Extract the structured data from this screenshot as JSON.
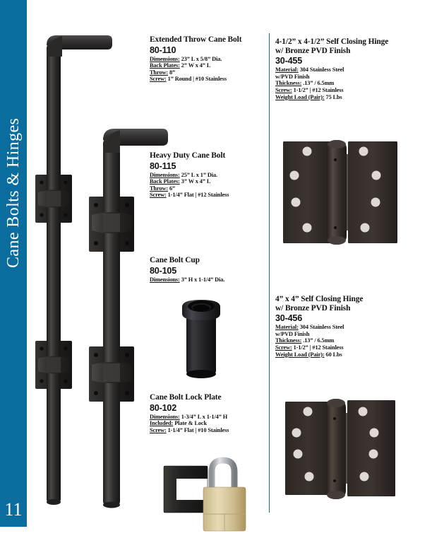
{
  "sidebar": {
    "category_title": "Cane Bolts & Hinges",
    "page_number": "11",
    "accent_color": "#0a6d9e"
  },
  "products": [
    {
      "id": "extended-throw-cane-bolt",
      "title": "Extended Throw Cane Bolt",
      "code": "80-110",
      "specs": [
        {
          "label": "Dimensions:",
          "value": "23” L x 5/8” Dia."
        },
        {
          "label": "Back Plates:",
          "value": "2” W x 4” L"
        },
        {
          "label": "Throw:",
          "value": "8”"
        },
        {
          "label": "Screw:",
          "value": "1” Round | #10 Stainless"
        }
      ],
      "image": "cane-bolt-long"
    },
    {
      "id": "heavy-duty-cane-bolt",
      "title": "Heavy Duty Cane Bolt",
      "code": "80-115",
      "specs": [
        {
          "label": "Dimensions:",
          "value": "25” L x 1” Dia."
        },
        {
          "label": "Back Plates:",
          "value": "3” W x 4” L"
        },
        {
          "label": "Throw:",
          "value": "6”"
        },
        {
          "label": "Screw:",
          "value": "1-1/4” Flat | #12 Stainless"
        }
      ],
      "image": "cane-bolt-heavy"
    },
    {
      "id": "cane-bolt-cup",
      "title": "Cane Bolt Cup",
      "code": "80-105",
      "specs": [
        {
          "label": "Dimensions:",
          "value": "3” H x 1-1/4” Dia."
        }
      ],
      "image": "cane-bolt-cup"
    },
    {
      "id": "cane-bolt-lock-plate",
      "title": "Cane Bolt Lock Plate",
      "code": "80-102",
      "specs": [
        {
          "label": "Dimensions:",
          "value": "1-3/4” L x 1-1/4” H"
        },
        {
          "label": "Included:",
          "value": "Plate & Lock"
        },
        {
          "label": "Screw:",
          "value": "1-1/4” Flat | #10 Stainless"
        }
      ],
      "image": "lock-plate-padlock"
    },
    {
      "id": "self-closing-hinge-450",
      "title_line1": "4-1/2” x 4-1/2” Self Closing Hinge",
      "title_line2": "w/ Bronze PVD Finish",
      "code": "30-455",
      "specs": [
        {
          "label": "Material:",
          "value": "304 Stainless Steel"
        },
        {
          "label": "",
          "value": "w/PVD Finish"
        },
        {
          "label": "Thickness:",
          "value": ".13” / 6.5mm"
        },
        {
          "label": "Screw:",
          "value": "1-1/2” | #12 Stainless"
        },
        {
          "label": "Weight Load (Pair):",
          "value": "75 Lbs"
        }
      ],
      "image": "hinge-large"
    },
    {
      "id": "self-closing-hinge-400",
      "title_line1": "4” x 4” Self Closing Hinge",
      "title_line2": "w/ Bronze PVD Finish",
      "code": "30-456",
      "specs": [
        {
          "label": "Material:",
          "value": "304 Stainless Steel"
        },
        {
          "label": "",
          "value": "w/PVD Finish"
        },
        {
          "label": "Thickness:",
          "value": ".13” / 6.5mm"
        },
        {
          "label": "Screw:",
          "value": "1-1/2” | #12 Stainless"
        },
        {
          "label": "Weight Load (Pair):",
          "value": "60 Lbs"
        }
      ],
      "image": "hinge-small"
    }
  ],
  "colors": {
    "accent": "#0a6d9e",
    "hardware_dark": "#2b2b2b",
    "hinge_bronze": "#3a3330",
    "brass": "#d9c89a",
    "steel": "#b9bcc0",
    "text": "#111111"
  }
}
